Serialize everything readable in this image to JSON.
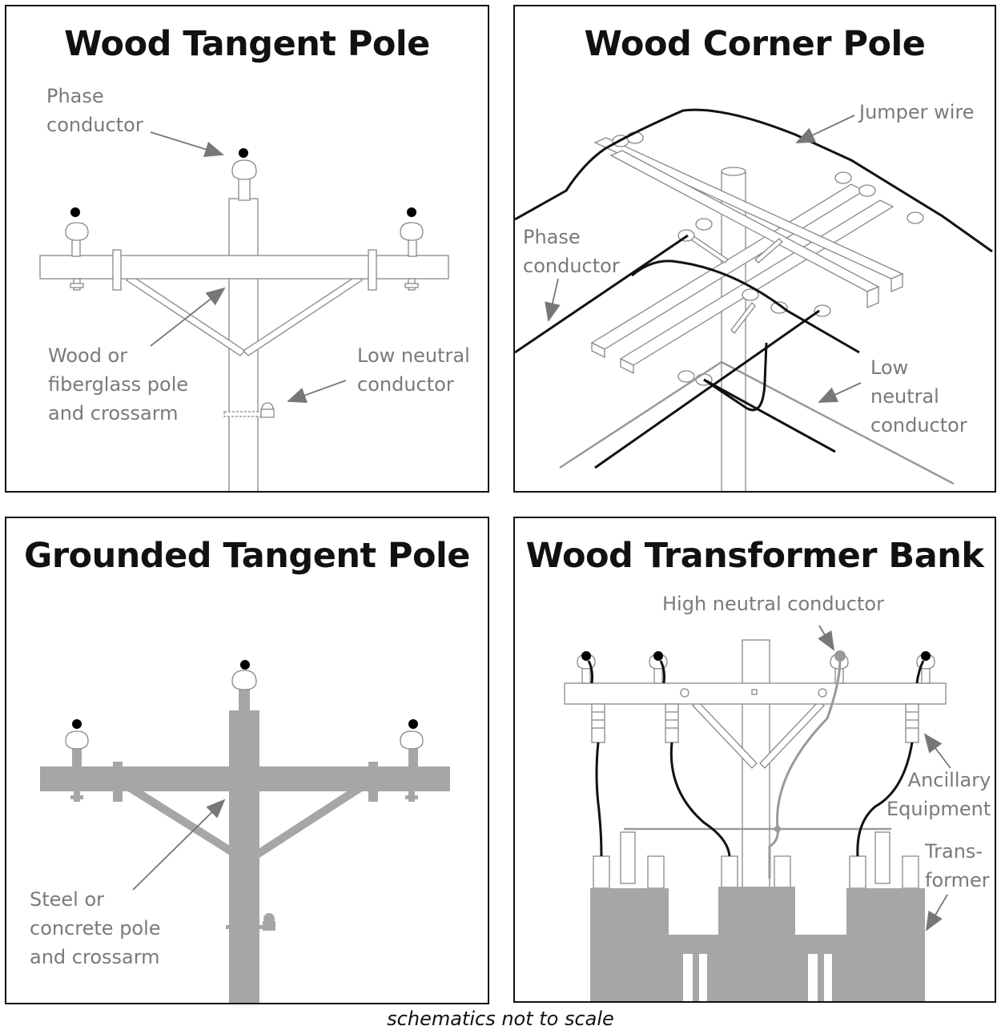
{
  "panels": {
    "wood_tangent": {
      "title": "Wood Tangent Pole",
      "phase_label": [
        "Phase",
        "conductor"
      ],
      "pole_label": [
        "Wood or",
        "fiberglass pole",
        "and crossarm"
      ],
      "neutral_label": [
        "Low neutral",
        "conductor"
      ]
    },
    "wood_corner": {
      "title": "Wood Corner Pole",
      "jumper_label": "Jumper wire",
      "phase_label": [
        "Phase",
        "conductor"
      ],
      "neutral_label": [
        "Low",
        "neutral",
        "conductor"
      ]
    },
    "grounded_tangent": {
      "title": "Grounded Tangent Pole",
      "pole_label": [
        "Steel or",
        "concrete pole",
        "and crossarm"
      ]
    },
    "transformer_bank": {
      "title": "Wood Transformer Bank",
      "neutral_label": "High neutral conductor",
      "ancillary_label": [
        "Ancillary",
        "Equipment"
      ],
      "transformer_label": [
        "Trans-",
        "former"
      ]
    }
  },
  "caption": "schematics not to scale",
  "colors": {
    "label_gray": "#7a7a7a",
    "solid_gray": "#a6a6a6",
    "line": "#888888",
    "ink": "#111111"
  }
}
